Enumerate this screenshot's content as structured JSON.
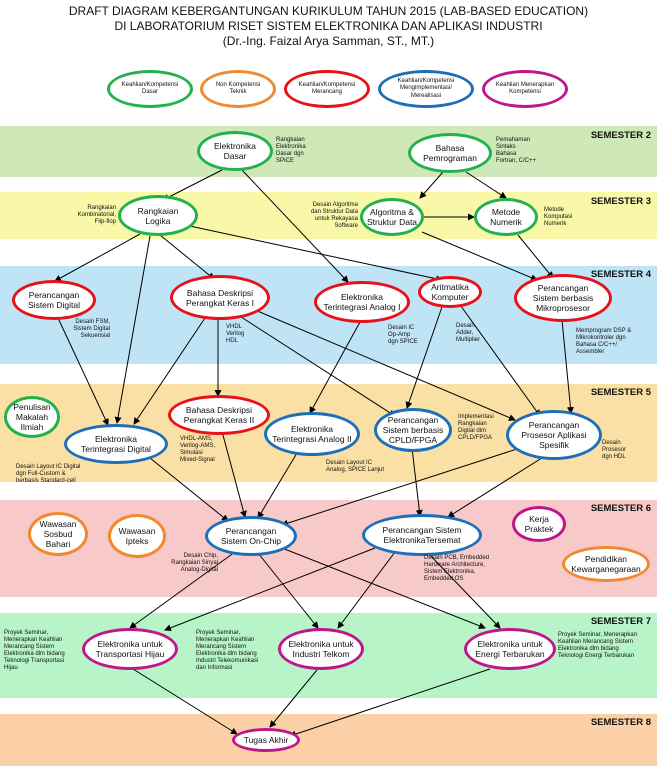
{
  "title": {
    "line1": "DRAFT DIAGRAM KEBERGANTUNGAN KURIKULUM TAHUN 2015 (LAB-BASED EDUCATION)",
    "line2": "DI LABORATORIUM RISET SISTEM ELEKTRONIKA DAN APLIKASI INDUSTRI",
    "line3": "(Dr.-Ing. Faizal Arya Samman, ST., MT.)"
  },
  "colors": {
    "green": "#22b14c",
    "orange": "#f08a30",
    "red": "#e8101a",
    "blue": "#1c6fb8",
    "magenta": "#c0168c",
    "sem2": "#cfe8b8",
    "sem3": "#f9f7a8",
    "sem4": "#bfe4f6",
    "sem5": "#fbe0a5",
    "sem6": "#f8c9c9",
    "sem7": "#b7f5c8",
    "sem8": "#fcd0a6"
  },
  "legend": [
    "Keahlian/Kompetensi\nDasar",
    "Non Kompetensi\nTeknik",
    "Keahlian/Kompetensi\nMerancang",
    "Keahlian/Kompetensi\nMengimplementasi/\nMerealisasi",
    "Keahlian Menerapkan\nKompetensi"
  ],
  "semesters": [
    "SEMESTER 2",
    "SEMESTER 3",
    "SEMESTER 4",
    "SEMESTER 5",
    "SEMESTER 6",
    "SEMESTER 7",
    "SEMESTER 8"
  ],
  "nodes": {
    "elektronika_dasar": "Elektronika\nDasar",
    "bahasa_pemrograman": "Bahasa\nPemrograman",
    "rangkaian_logika": "Rangkaian\nLogika",
    "algoritma": "Algoritma &\nStruktur Data",
    "metode_numerik": "Metode\nNumerik",
    "perancangan_sistem_digital": "Perancangan\nSistem Digital",
    "bahasa_deskripsi_1": "Bahasa Deskripsi\nPerangkat Keras I",
    "elektronika_terintegrasi_analog_1": "Elektronika\nTerintegrasi Analog I",
    "aritmatika_komputer": "Aritmatika\nKomputer",
    "perancangan_mikroprosesor": "Perancangan\nSistem berbasis\nMikroprosesor",
    "penulisan_makalah": "Penulisan\nMakalah\nIlmiah",
    "elektronika_terintegrasi_digital": "Elektronika\nTerintegrasi Digital",
    "bahasa_deskripsi_2": "Bahasa Deskripsi\nPerangkat Keras II",
    "elektronika_terintegrasi_analog_2": "Elektronika\nTerintegrasi Analog II",
    "perancangan_cpld": "Perancangan\nSistem berbasis\nCPLD/FPGA",
    "perancangan_prosesor": "Perancangan\nProsesor Aplikasi\nSpesifik",
    "wawasan_sosbud": "Wawasan\nSosbud\nBahari",
    "wawasan_ipteks": "Wawasan\nIpteks",
    "perancangan_sistem_on_chip": "Perancangan\nSistem On-Chip",
    "perancangan_sistem_tersemat": "Perancangan Sistem\nElektronikaTersemat",
    "kerja_praktek": "Kerja\nPraktek",
    "pendidikan_kewarganegaraan": "Pendidikan\nKewarganegaraan",
    "elektronika_transportasi": "Elektronika untuk\nTransportasi Hijau",
    "elektronika_industri": "Elektronika untuk\nIndustri Telkom",
    "elektronika_energi": "Elektronika untuk\nEnergi Terbarukan",
    "tugas_akhir": "Tugas Akhir"
  },
  "notes": {
    "n_elda": "Rangkaian\nElektronika\nDasar dgn\nSPICE",
    "n_bapem": "Pemahaman\nSintaks\nBahasa\nFortran, C/C++",
    "n_ralo": "Rangkaian\nKombinatorial,\nFlip-flop",
    "n_algo": "Desain Algoritma\ndan Struktur Data\nuntuk Rekayasa\nSoftware",
    "n_meno": "Metode\nKomputasi\nNumerik",
    "n_fsm": "Desain FSM,\nSistem Digital\nSekuensial",
    "n_vhdl": "VHDL\nVerilog\nHDL",
    "n_ic": "Desain IC\nOp-Amp\ndgn SPICE",
    "n_adder": "Desain\nAdder,\nMultiplier",
    "n_dsp": "Memprogram DSP &\nMikrokontroler dgn\nBahasa C/C++/\nAssembler",
    "n_impl": "Implementasi\nRangkaian\nDigital dim\nCPLD/FPGA",
    "n_proc": "Desain\nProsesor\ndgn HDL",
    "n_ams": "VHDL-AMS,\nVerilog-AMS,\nSimulasi\nMixed-Signal",
    "n_layout_d": "Desain Layout IC Digital\ndgn Full-Custom &\nberbasis Standard-cell",
    "n_layout_a": "Desain Layout IC\nAnalog, SPICE Lanjut",
    "n_chip": "Desain Chip,\nRangkaian Sinyal\nAnalog-Digital",
    "n_pcb": "Desain PCB, Embedded\nHardware Architecture,\nSistem Elektronika,\nEmbedded OS",
    "n_sem_left": "Proyek Seminar,\nMenerapkan Keahlian\nMerancang Sistem\nElektronika dlm bidang\nTeknologi Transportasi\nHijau",
    "n_sem_mid": "Proyek Seminar,\nMenerapkan Keahlian\nMerancang Sistem\nElektronika dlm bidang\nIndustri Telekomunikasi\ndan Informasi",
    "n_sem_right": "Proyek Seminar, Menerapkan\nKeahlian Merancang Sistem\nElektronika dlm bidang\nTeknologi Energi Terbarukan"
  }
}
